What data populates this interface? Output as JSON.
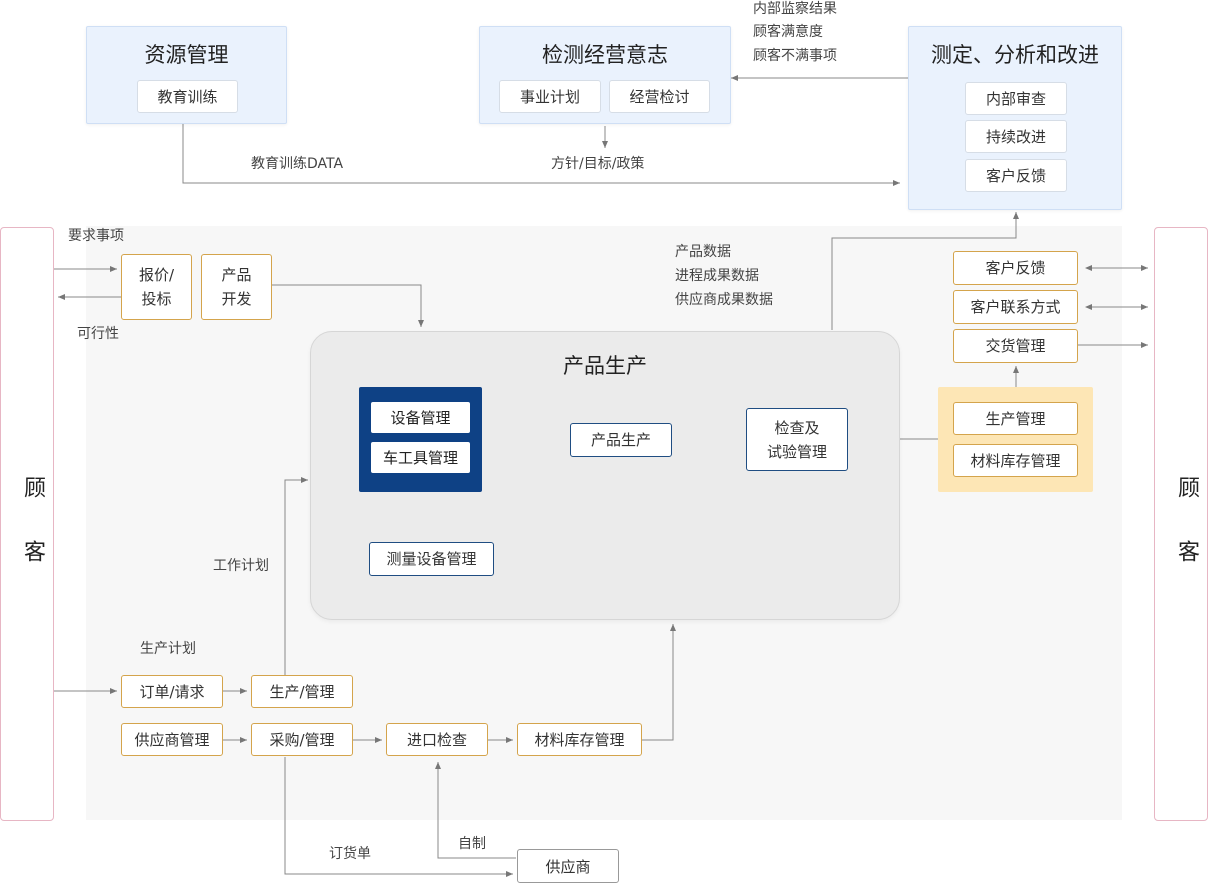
{
  "resource_mgmt": {
    "title": "资源管理",
    "item": "教育训练"
  },
  "management_intent": {
    "title": "检测经营意志",
    "items": [
      "事业计划",
      "经营检讨"
    ]
  },
  "measure_analysis": {
    "title": "测定、分析和改进",
    "items": [
      "内部审查",
      "持续改进",
      "客户反馈"
    ]
  },
  "top_labels": {
    "internal_results": "内部监察结果",
    "customer_satisfaction": "顾客满意度",
    "customer_dissatisfaction": "顾客不满事项",
    "training_data": "教育训练DATA",
    "policy": "方针/目标/政策"
  },
  "customer_left": "顾客",
  "customer_right": "顾客",
  "left_labels": {
    "requirements": "要求事项",
    "feasibility": "可行性"
  },
  "quote_bid": "报价/投标",
  "quote_line1": "报价/",
  "quote_line2": "投标",
  "product_dev_line1": "产品",
  "product_dev_line2": "开发",
  "product_data": {
    "line1": "产品数据",
    "line2": "进程成果数据",
    "line3": "供应商成果数据"
  },
  "production": {
    "title": "产品生产",
    "equipment_mgmt": "设备管理",
    "tooling_mgmt": "车工具管理",
    "production": "产品生产",
    "inspection_line1": "检查及",
    "inspection_line2": "试验管理",
    "measuring_equipment": "测量设备管理"
  },
  "right_items": {
    "customer_feedback": "客户反馈",
    "customer_contact": "客户联系方式",
    "delivery_mgmt": "交货管理",
    "production_mgmt": "生产管理",
    "material_inventory": "材料库存管理"
  },
  "bottom": {
    "work_plan": "工作计划",
    "production_plan": "生产计划",
    "order_request": "订单/请求",
    "production_mgmt": "生产/管理",
    "supplier_mgmt": "供应商管理",
    "purchase_mgmt": "采购/管理",
    "incoming_inspection": "进口检查",
    "material_inventory": "材料库存管理",
    "purchase_order": "订货单",
    "self_made": "自制",
    "supplier": "供应商"
  }
}
